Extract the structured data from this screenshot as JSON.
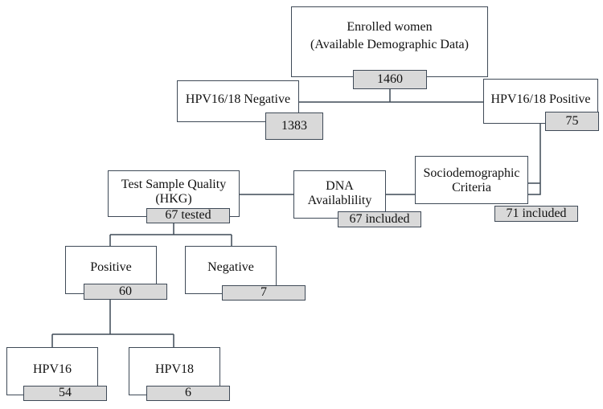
{
  "flowchart": {
    "enrolled": {
      "line1": "Enrolled women",
      "line2": "(Available Demographic Data)",
      "count": "1460"
    },
    "negative": {
      "label": "HPV16/18 Negative",
      "count": "1383"
    },
    "positive": {
      "label": "HPV16/18 Positive",
      "count": "75"
    },
    "socio": {
      "line1": "Sociodemographic",
      "line2": "Criteria",
      "count": "71 included"
    },
    "dna": {
      "line1": "DNA",
      "line2": "Availablility",
      "count": "67 included"
    },
    "quality": {
      "line1": "Test Sample Quality",
      "line2": "(HKG)",
      "count": "67 tested"
    },
    "pos_result": {
      "label": "Positive",
      "count": "60"
    },
    "neg_result": {
      "label": "Negative",
      "count": "7"
    },
    "hpv16": {
      "label": "HPV16",
      "count": "54"
    },
    "hpv18": {
      "label": "HPV18",
      "count": "6"
    }
  },
  "colors": {
    "border": "#3f4a57",
    "count_fill": "#d9d9d9",
    "connector": "#3f4a57"
  }
}
